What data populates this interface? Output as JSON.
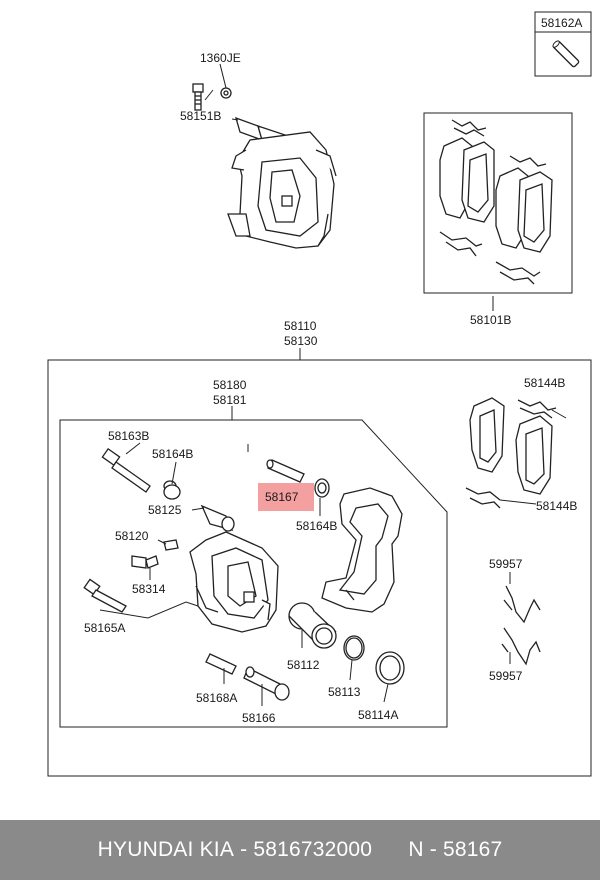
{
  "labels": {
    "p58162A": "58162A",
    "p1360JE": "1360JE",
    "p58151B": "58151B",
    "p58101B": "58101B",
    "p58110": "58110",
    "p58130": "58130",
    "p58180": "58180",
    "p58181": "58181",
    "p58163B": "58163B",
    "p58164B_top": "58164B",
    "p58125": "58125",
    "p58120": "58120",
    "p58314": "58314",
    "p58165A": "58165A",
    "p58167": "58167",
    "p58164B_low": "58164B",
    "p58112": "58112",
    "p58168A": "58168A",
    "p58166": "58166",
    "p58113": "58113",
    "p58114A": "58114A",
    "p58144B_top": "58144B",
    "p58144B_low": "58144B",
    "p59957_top": "59957",
    "p59957_low": "59957"
  },
  "footer": {
    "brand": "HYUNDAI KIA",
    "part_number": "5816732000",
    "name": "N - 58167"
  },
  "colors": {
    "highlight": "#f4a0a0",
    "footer_bg": "#8a8a8a"
  }
}
